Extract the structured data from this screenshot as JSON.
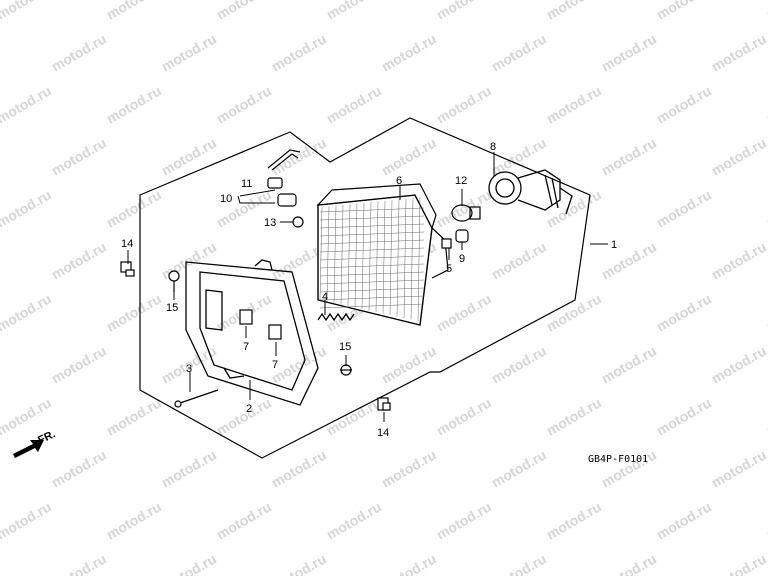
{
  "watermark": "motod.ru",
  "diagram_code": "GB4P-F0101",
  "direction_label": "FR.",
  "callouts": {
    "c1": "1",
    "c2": "2",
    "c3": "3",
    "c4": "4",
    "c5": "5",
    "c6": "6",
    "c7a": "7",
    "c7b": "7",
    "c8": "8",
    "c9": "9",
    "c10": "10",
    "c11": "11",
    "c12": "12",
    "c13": "13",
    "c14a": "14",
    "c14b": "14",
    "c15a": "15",
    "c15b": "15"
  }
}
